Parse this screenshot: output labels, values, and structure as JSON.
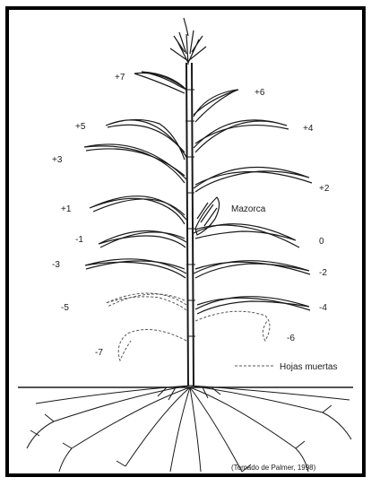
{
  "diagram": {
    "leaf_labels": {
      "p7": "+7",
      "p6": "+6",
      "p5": "+5",
      "p4": "+4",
      "p3": "+3",
      "p2": "+2",
      "p1": "+1",
      "zero": "0",
      "m1": "-1",
      "m2": "-2",
      "m3": "-3",
      "m4": "-4",
      "m5": "-5",
      "m6": "-6",
      "m7": "-7"
    },
    "ear_label": "Mazorca",
    "dead_leaves_label": "Hojas muertas",
    "credit": "(Tomado de Palmer, 1998)"
  },
  "colors": {
    "ink": "#1a1a1a",
    "dead": "#555555",
    "background": "#ffffff",
    "border": "#000000"
  }
}
